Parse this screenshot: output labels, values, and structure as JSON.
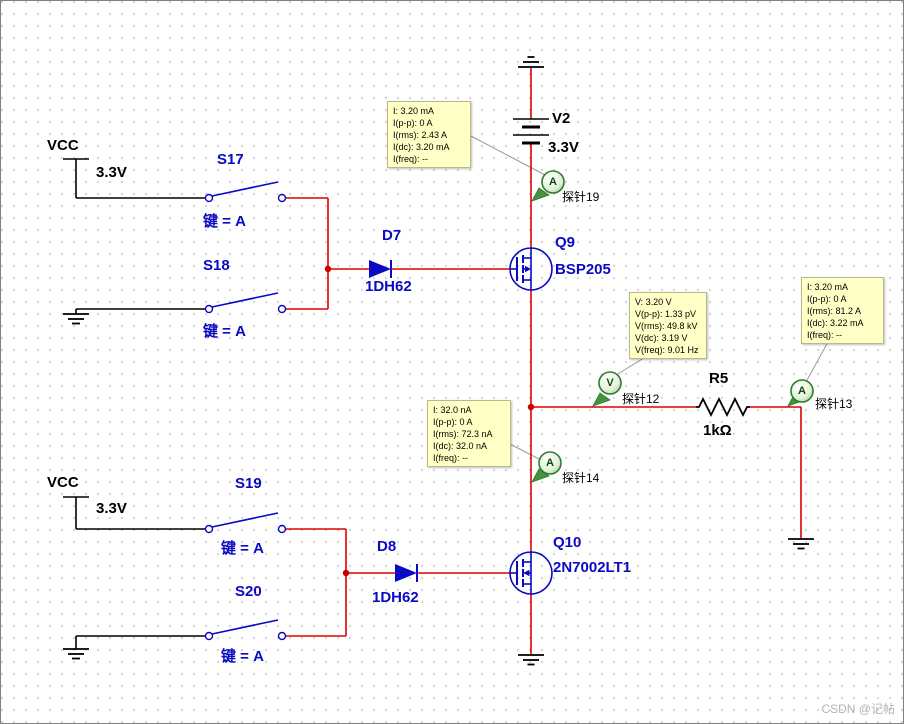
{
  "power": {
    "vcc1": {
      "name": "VCC",
      "value": "3.3V"
    },
    "vcc2": {
      "name": "VCC",
      "value": "3.3V"
    },
    "v2": {
      "name": "V2",
      "value": "3.3V"
    }
  },
  "switches": {
    "s17": {
      "name": "S17",
      "key": "键 = A"
    },
    "s18": {
      "name": "S18",
      "key": "键 = A"
    },
    "s19": {
      "name": "S19",
      "key": "键 = A"
    },
    "s20": {
      "name": "S20",
      "key": "键 = A"
    }
  },
  "diodes": {
    "d7": {
      "name": "D7",
      "part": "1DH62"
    },
    "d8": {
      "name": "D8",
      "part": "1DH62"
    }
  },
  "transistors": {
    "q9": {
      "name": "Q9",
      "part": "BSP205"
    },
    "q10": {
      "name": "Q10",
      "part": "2N7002LT1"
    }
  },
  "resistor": {
    "name": "R5",
    "value": "1kΩ"
  },
  "probes": {
    "p19": {
      "label": "探针19",
      "letter": "A"
    },
    "p12": {
      "label": "探针12",
      "letter": "V"
    },
    "p13": {
      "label": "探针13",
      "letter": "A"
    },
    "p14": {
      "label": "探针14",
      "letter": "A"
    }
  },
  "tooltips": {
    "p19": {
      "lines": [
        "I: 3.20 mA",
        "I(p-p): 0 A",
        "I(rms): 2.43 A",
        "I(dc): 3.20 mA",
        "I(freq): --"
      ]
    },
    "p12": {
      "lines": [
        "V: 3.20 V",
        "V(p-p): 1.33 pV",
        "V(rms): 49.8 kV",
        "V(dc): 3.19 V",
        "V(freq): 9.01 Hz"
      ]
    },
    "p13": {
      "lines": [
        "I: 3.20 mA",
        "I(p-p): 0 A",
        "I(rms): 81.2 A",
        "I(dc): 3.22 mA",
        "I(freq): --"
      ]
    },
    "p14": {
      "lines": [
        "I: 32.0 nA",
        "I(p-p): 0 A",
        "I(rms): 72.3 nA",
        "I(dc): 32.0 nA",
        "I(freq): --"
      ]
    }
  },
  "watermark": "CSDN @记帖",
  "colors": {
    "wire_red": "#dd0000",
    "symbol_blue": "#0a0ac4",
    "probe_green": "#2e7d2e",
    "tooltip_bg": "#ffffc6"
  }
}
